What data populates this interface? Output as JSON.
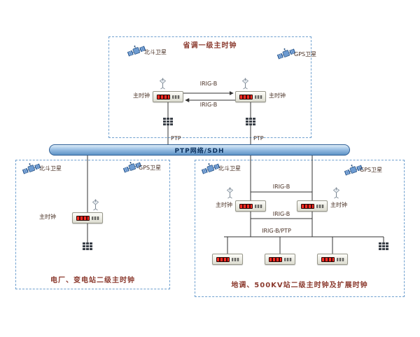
{
  "top_box": {
    "title": "省调一级主时钟",
    "beidou_label": "北斗卫星",
    "gps_label": "GPS卫星",
    "clock_a_label": "主时钟",
    "clock_b_label": "主时钟",
    "link_top_label": "IRIG-B",
    "link_bottom_label": "IRIG-B",
    "ptp_left_label": "PTP",
    "ptp_right_label": "PTP"
  },
  "network_bar": {
    "label": "PTP网络/SDH"
  },
  "left_box": {
    "caption": "电厂、变电站二级主时钟",
    "beidou_label": "北斗卫星",
    "gps_label": "GPS卫星",
    "clock_label": "主时钟"
  },
  "right_box": {
    "caption": "地调、500KV站二级主时钟及扩展时钟",
    "beidou_label": "北斗卫星",
    "gps_label": "GPS卫星",
    "clock_a_label": "主时钟",
    "clock_b_label": "主时钟",
    "link_top_label": "IRIG-B",
    "link_mid_label": "IRIG-B",
    "link_bus_label": "IRIG-B/PTP"
  },
  "colors": {
    "box_border_blue": "#6fa0cf",
    "bar_fill_blue": "#5e93c6",
    "caption_red": "#8b3a2e",
    "led_red": "#ff2d23",
    "wire_dark": "#333333"
  }
}
